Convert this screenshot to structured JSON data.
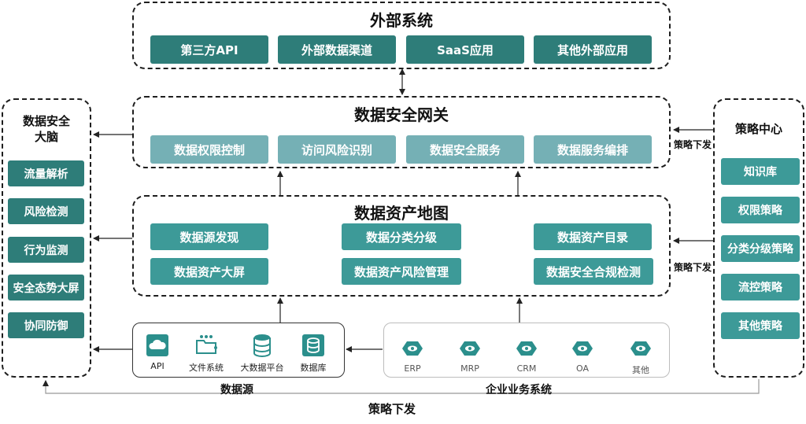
{
  "external": {
    "title": "外部系统",
    "items": [
      "第三方API",
      "外部数据渠道",
      "SaaS应用",
      "其他外部应用"
    ]
  },
  "gateway": {
    "title": "数据安全网关",
    "items": [
      "数据权限控制",
      "访问风险识别",
      "数据安全服务",
      "数据服务编排"
    ]
  },
  "asset_map": {
    "title": "数据资产地图",
    "items": [
      "数据源发现",
      "数据分类分级",
      "数据资产目录",
      "数据资产大屏",
      "数据资产风险管理",
      "数据安全合规检测"
    ]
  },
  "brain": {
    "title_line1": "数据安全",
    "title_line2": "大脑",
    "items": [
      "流量解析",
      "风险检测",
      "行为监测",
      "安全态势大屏",
      "协同防御"
    ]
  },
  "policy_center": {
    "title": "策略中心",
    "items": [
      "知识库",
      "权限策略",
      "分类分级策略",
      "流控策略",
      "其他策略"
    ]
  },
  "data_source": {
    "label": "数据源",
    "items": [
      {
        "label": "API",
        "icon": "cloud-icon"
      },
      {
        "label": "文件系统",
        "icon": "folder-network-icon"
      },
      {
        "label": "大数据平台",
        "icon": "database-cylinder-icon"
      },
      {
        "label": "数据库",
        "icon": "database-icon"
      }
    ]
  },
  "enterprise": {
    "label": "企业业务系统",
    "items": [
      "ERP",
      "MRP",
      "CRM",
      "OA",
      "其他"
    ]
  },
  "arrows": {
    "policy_label_top": "策略下发",
    "policy_label_mid": "策略下发",
    "policy_label_bottom": "策略下发"
  },
  "colors": {
    "dark_teal": "#2e7d79",
    "light_teal": "#75b0b5",
    "mid_teal": "#3d9a98",
    "icon_teal": "#2b8f8c"
  }
}
